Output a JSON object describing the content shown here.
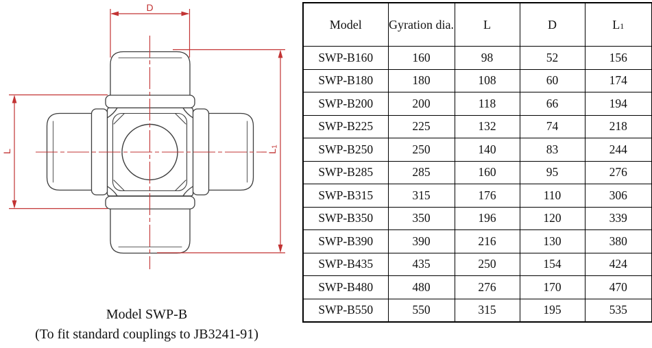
{
  "colors": {
    "dimension_red": "#c23333",
    "drawing_stroke": "#3d3d3d",
    "table_border": "#000000",
    "text": "#111111",
    "background": "#ffffff"
  },
  "diagram": {
    "type": "universal-joint-cross-spider-drawing",
    "labels": {
      "d": "D",
      "l": "L",
      "l1_base": "L",
      "l1_sub": "1"
    },
    "caption": {
      "line1": "Model SWP-B",
      "line2": "(To fit standard couplings to JB3241-91)"
    }
  },
  "table": {
    "header": {
      "model": "Model",
      "gyration": "Gyration dia.",
      "l": "L",
      "d": "D",
      "l1_base": "L",
      "l1_sub": "1"
    },
    "rows": [
      {
        "model": "SWP-B160",
        "gyration": "160",
        "l": "98",
        "d": "52",
        "l1": "156"
      },
      {
        "model": "SWP-B180",
        "gyration": "180",
        "l": "108",
        "d": "60",
        "l1": "174"
      },
      {
        "model": "SWP-B200",
        "gyration": "200",
        "l": "118",
        "d": "66",
        "l1": "194"
      },
      {
        "model": "SWP-B225",
        "gyration": "225",
        "l": "132",
        "d": "74",
        "l1": "218"
      },
      {
        "model": "SWP-B250",
        "gyration": "250",
        "l": "140",
        "d": "83",
        "l1": "244"
      },
      {
        "model": "SWP-B285",
        "gyration": "285",
        "l": "160",
        "d": "95",
        "l1": "276"
      },
      {
        "model": "SWP-B315",
        "gyration": "315",
        "l": "176",
        "d": "110",
        "l1": "306"
      },
      {
        "model": "SWP-B350",
        "gyration": "350",
        "l": "196",
        "d": "120",
        "l1": "339"
      },
      {
        "model": "SWP-B390",
        "gyration": "390",
        "l": "216",
        "d": "130",
        "l1": "380"
      },
      {
        "model": "SWP-B435",
        "gyration": "435",
        "l": "250",
        "d": "154",
        "l1": "424"
      },
      {
        "model": "SWP-B480",
        "gyration": "480",
        "l": "276",
        "d": "170",
        "l1": "470"
      },
      {
        "model": "SWP-B550",
        "gyration": "550",
        "l": "315",
        "d": "195",
        "l1": "535"
      }
    ]
  }
}
